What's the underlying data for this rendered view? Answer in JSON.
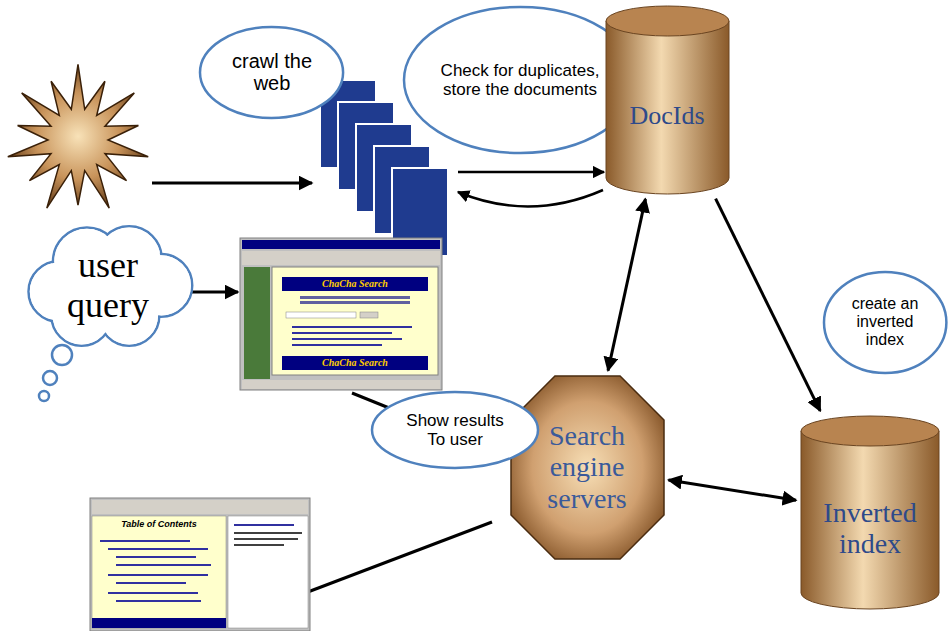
{
  "diagram": {
    "nodes": [
      {
        "text": [
          "crawl the web"
        ]
      },
      {
        "text": [
          "Check for duplicates, store the documents"
        ]
      },
      {
        "text": [
          "DocIds"
        ]
      },
      {
        "text": [
          "user query"
        ]
      },
      {
        "text": [
          "create an inverted index"
        ]
      },
      {
        "text": [
          "Search engine servers"
        ]
      },
      {
        "text": [
          "Inverted index"
        ]
      },
      {
        "text": [
          "Show results To user"
        ]
      }
    ],
    "edges": [
      {
        "from": 2,
        "to": 5,
        "arrow": "both"
      },
      {
        "from": 5,
        "to": 6,
        "arrow": "both"
      },
      {
        "from": 2,
        "to": 6,
        "arrow": "to"
      }
    ],
    "labels": [
      "ChaCha Search",
      "ChaCha Search",
      "Table of Contents"
    ]
  }
}
